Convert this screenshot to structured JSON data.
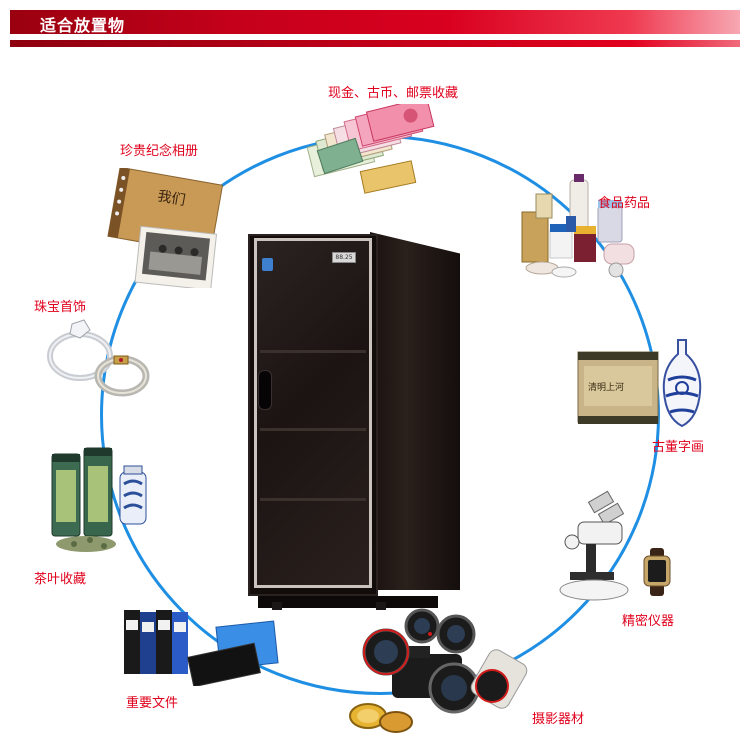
{
  "header": {
    "title": "适合放置物"
  },
  "labels": {
    "cash": "现金、古币、邮票收藏",
    "album": "珍贵纪念相册",
    "food": "食品药品",
    "jewelry": "珠宝首饰",
    "antique": "古董字画",
    "tea": "茶叶收藏",
    "instrument": "精密仪器",
    "documents": "重要文件",
    "camera": "摄影器材"
  },
  "pictures": {
    "album_text": "我们",
    "scroll_text": "清明上河"
  },
  "cabinet": {
    "display": "88.25"
  },
  "colors": {
    "banner": "#c4001a",
    "ring": "#1f8fe3",
    "label": "#e0001b"
  }
}
